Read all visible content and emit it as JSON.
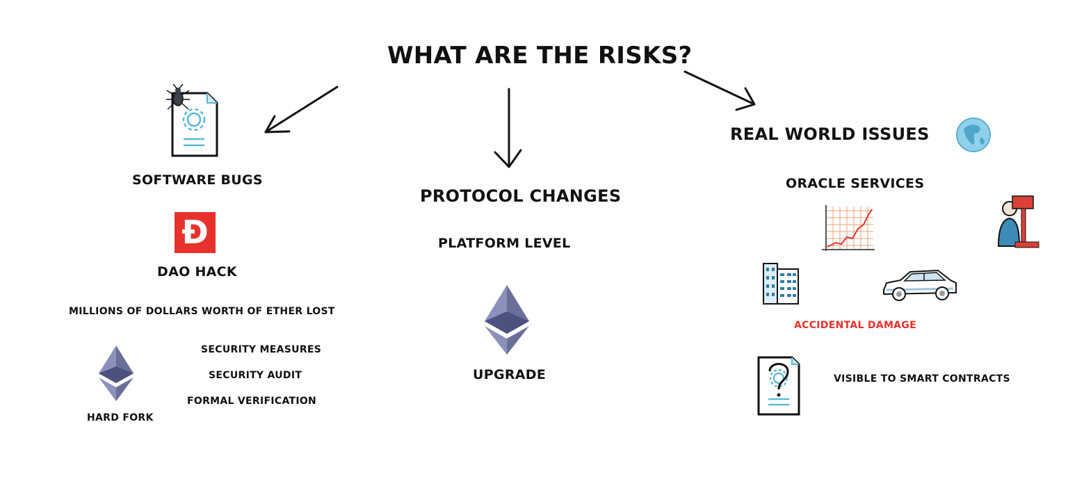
{
  "title": "WHAT ARE THE RISKS?",
  "left": {
    "heading": "SOFTWARE BUGS",
    "dao_hack": "DAO HACK",
    "loss_note": "MILLIONS OF DOLLARS WORTH OF ETHER LOST",
    "measures": [
      "SECURITY MEASURES",
      "SECURITY AUDIT",
      "FORMAL VERIFICATION"
    ],
    "hard_fork": "HARD FORK",
    "dao_glyph": "Đ"
  },
  "center": {
    "heading": "PROTOCOL CHANGES",
    "platform_level": "PLATFORM LEVEL",
    "upgrade": "UPGRADE"
  },
  "right": {
    "heading": "REAL WORLD ISSUES",
    "oracle_services": "ORACLE SERVICES",
    "accidental_damage": "ACCIDENTAL DAMAGE",
    "visible_to_smart_contracts": "VISIBLE TO SMART CONTRACTS"
  },
  "icons": [
    "bug-document-icon",
    "dao-logo-icon",
    "ethereum-icon",
    "globe-icon",
    "chart-icon",
    "judge-gavel-icon",
    "building-icon",
    "car-icon",
    "question-document-icon"
  ],
  "colors": {
    "accent_blue": "#55b7d6",
    "dao_red": "#e8312c",
    "eth_purple": "#6a6f9a",
    "text": "#111111"
  }
}
